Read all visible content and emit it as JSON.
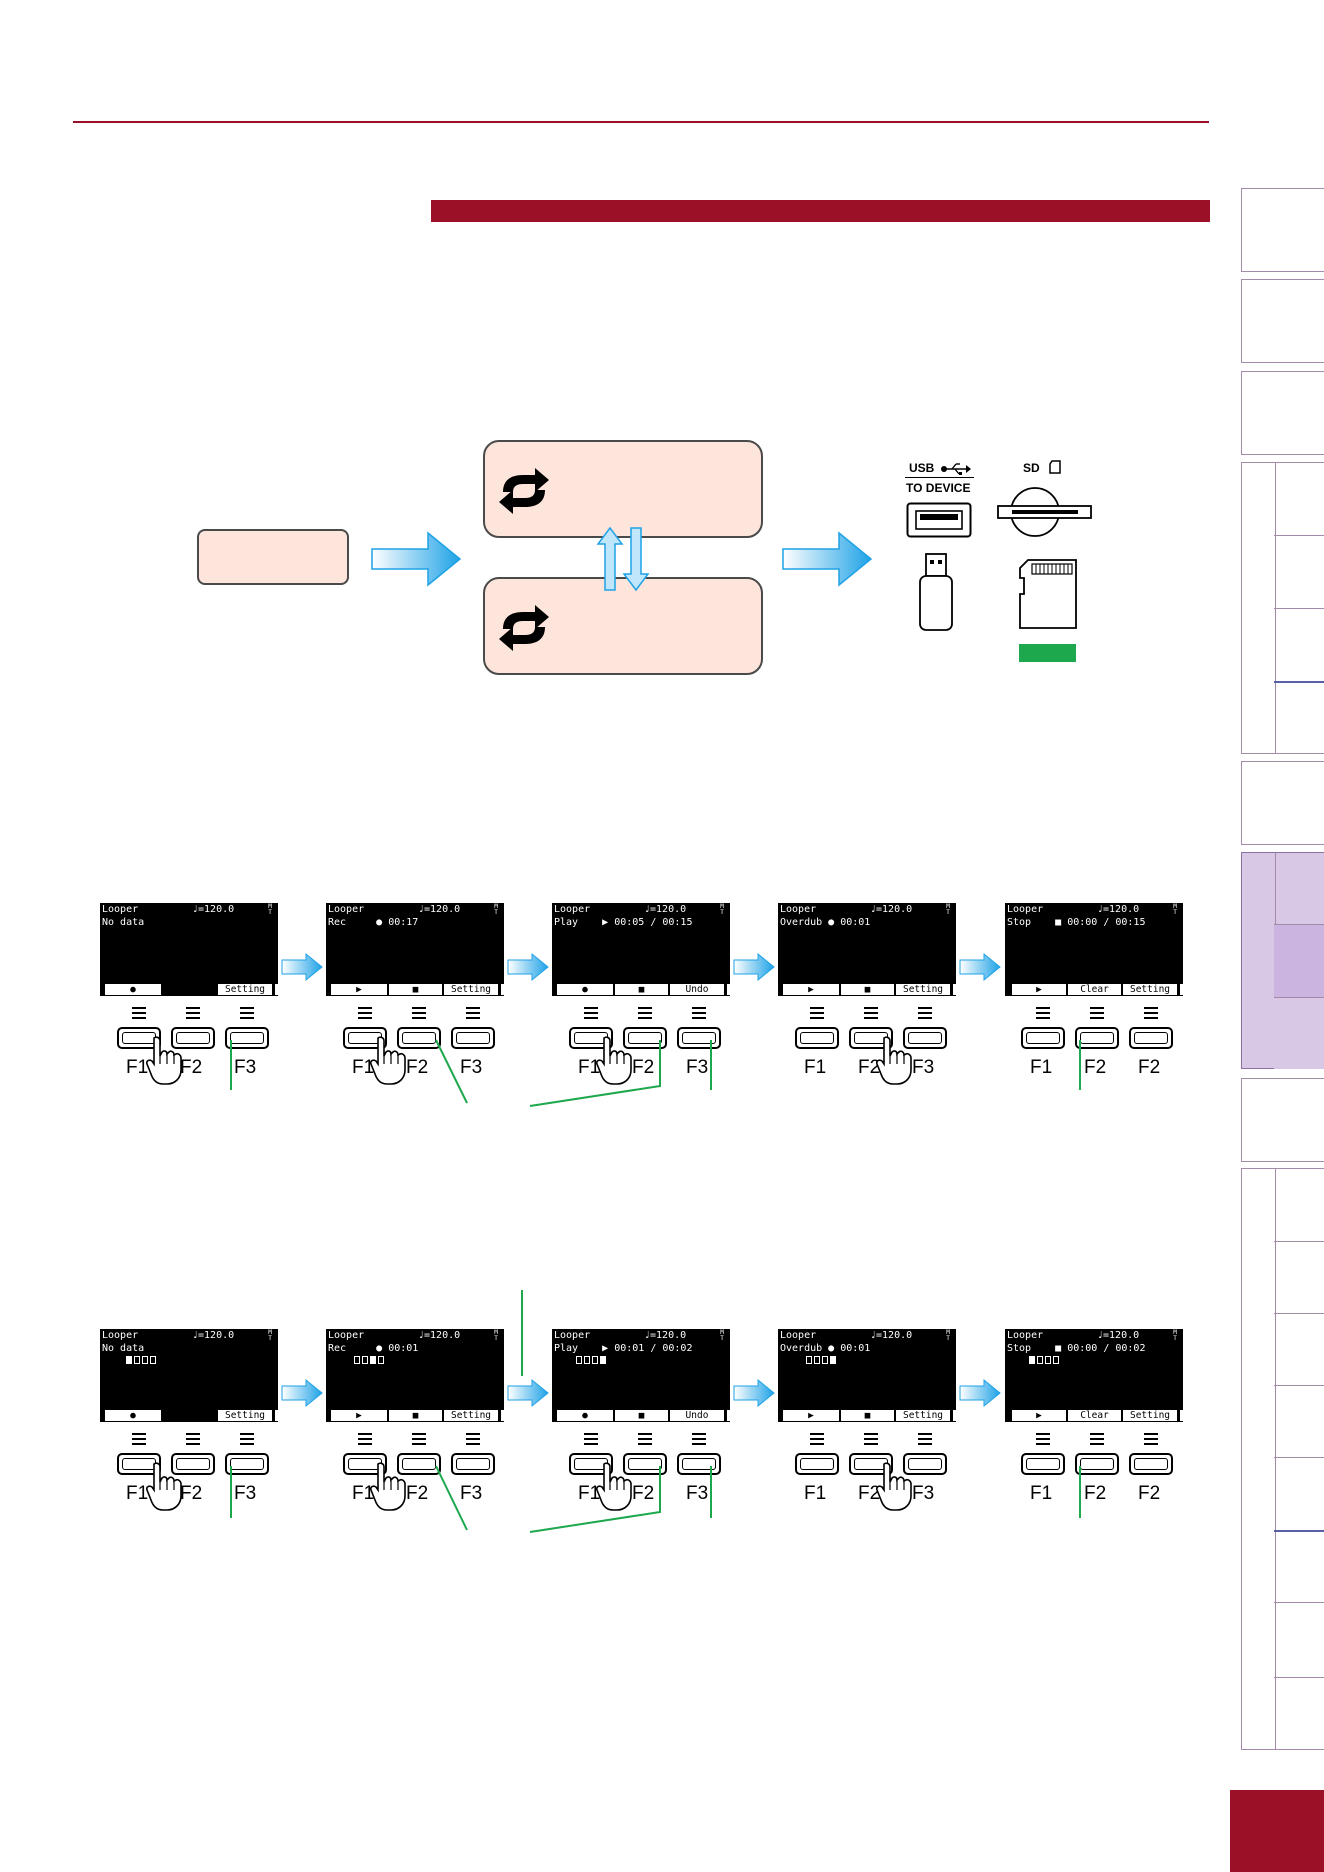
{
  "diagram": {
    "usb_label": "USB",
    "usb_sub": "TO DEVICE",
    "sd_label": "SD"
  },
  "soft_labels": {
    "rec": "●",
    "play": "▶",
    "stop": "■",
    "setting": "Setting",
    "undo": "Undo",
    "clear": "Clear"
  },
  "screens_row1": [
    {
      "title": "Looper",
      "tempo": "♩=120.0",
      "line2": "No data"
    },
    {
      "title": "Looper",
      "tempo": "♩=120.0",
      "line2": "Rec     ● 00:17"
    },
    {
      "title": "Looper",
      "tempo": "♩=120.0",
      "line2": "Play    ▶ 00:05 / 00:15"
    },
    {
      "title": "Looper",
      "tempo": "♩=120.0",
      "line2": "Overdub ● 00:01"
    },
    {
      "title": "Looper",
      "tempo": "♩=120.0",
      "line2": "Stop    ■ 00:00 / 00:15"
    }
  ],
  "screens_row2": [
    {
      "title": "Looper",
      "tempo": "♩=120.0",
      "line2": "No data"
    },
    {
      "title": "Looper",
      "tempo": "♩=120.0",
      "line2": "Rec     ● 00:01"
    },
    {
      "title": "Looper",
      "tempo": "♩=120.0",
      "line2": "Play    ▶ 00:01 / 00:02"
    },
    {
      "title": "Looper",
      "tempo": "♩=120.0",
      "line2": "Overdub ● 00:01"
    },
    {
      "title": "Looper",
      "tempo": "♩=120.0",
      "line2": "Stop    ■ 00:00 / 00:02"
    }
  ],
  "mt_label": "M T",
  "button_labels": {
    "f1": "F1",
    "f2": "F2",
    "f3": "F3"
  },
  "colors": {
    "accent": "#9b1027",
    "box_fill": "#fde5dc",
    "arrow_blue": "#29a9e8",
    "guide_green": "#1ea84e",
    "tab_active": "#d8c8e6"
  }
}
